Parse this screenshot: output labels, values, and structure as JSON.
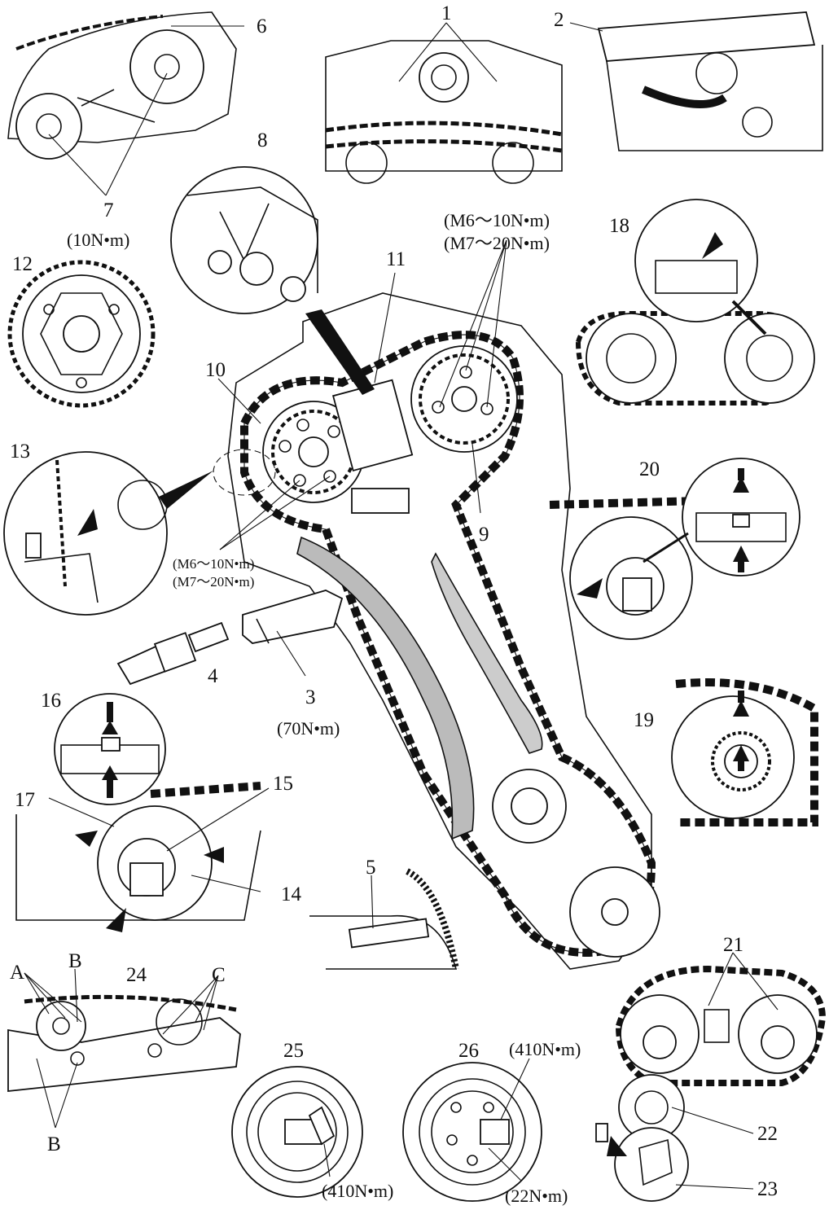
{
  "labels": {
    "l1": "1",
    "l2": "2",
    "l3": "3",
    "l4": "4",
    "l5": "5",
    "l6": "6",
    "l7": "7",
    "l8": "8",
    "l9": "9",
    "l10": "10",
    "l11": "11",
    "l12": "12",
    "l13": "13",
    "l14": "14",
    "l15": "15",
    "l16": "16",
    "l17": "17",
    "l18": "18",
    "l19": "19",
    "l20": "20",
    "l21": "21",
    "l22": "22",
    "l23": "23",
    "l24": "24",
    "l25": "25",
    "l26": "26",
    "lA": "A",
    "lB1": "B",
    "lB2": "B",
    "lC": "C"
  },
  "torques": {
    "t7": "(10N•m)",
    "t3": "(70N•m)",
    "t9_m6": "(M6～10N•m)",
    "t9_m7": "(M7～20N•m)",
    "t10_m6": "(M6～10N•m)",
    "t10_m7": "(M7～20N•m)",
    "t25": "(410N•m)",
    "t26_top": "(410N•m)",
    "t26_bottom": "(22N•m)"
  }
}
